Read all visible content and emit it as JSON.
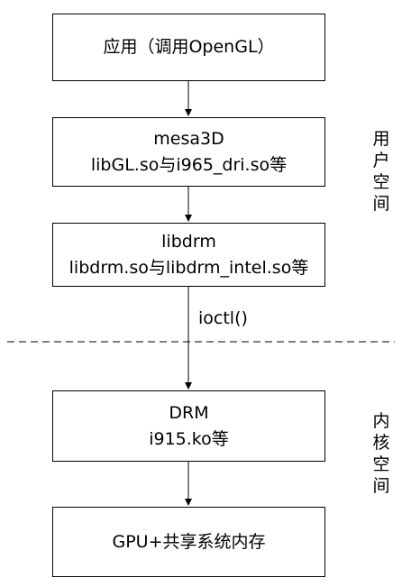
{
  "boxes": {
    "app": {
      "line1": "应用（调用OpenGL）"
    },
    "mesa": {
      "line1": "mesa3D",
      "line2": "libGL.so与i965_dri.so等"
    },
    "libdrm": {
      "line1": "libdrm",
      "line2": "libdrm.so与libdrm_intel.so等"
    },
    "drm": {
      "line1": "DRM",
      "line2": "i915.ko等"
    },
    "gpu": {
      "line1": "GPU+共享系统内存"
    }
  },
  "edge_labels": {
    "ioctl": "ioctl()"
  },
  "side_labels": {
    "user_space": [
      "用",
      "户",
      "空",
      "间"
    ],
    "kernel_space": [
      "内",
      "核",
      "空",
      "间"
    ]
  }
}
